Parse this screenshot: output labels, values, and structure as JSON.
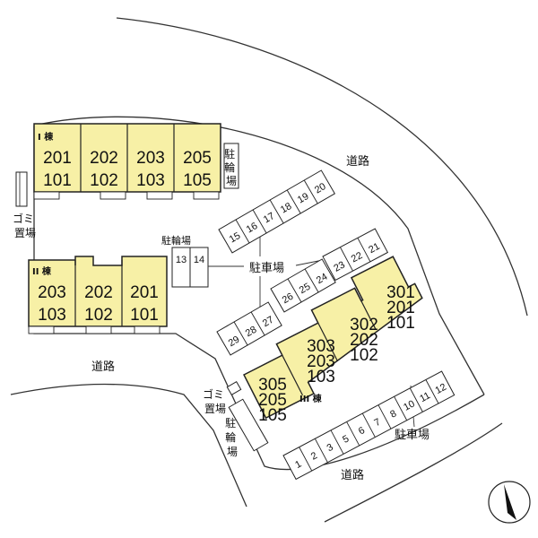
{
  "colors": {
    "building_fill": "#f7f0a6",
    "building_stroke": "#222222",
    "road_line": "#333333",
    "compass_fill": "#111111"
  },
  "icons": [
    "north-arrow-icon"
  ],
  "labels": {
    "road_top_right": "道路",
    "road_left": "道路",
    "road_bottom": "道路",
    "garbage_left": "ゴミ置場",
    "garbage_center": "ゴミ置場",
    "bicycle_top": "駐輪場",
    "bicycle_mid": "駐輪場",
    "bicycle_bottom": "駐輪場",
    "parking_center": "駐車場",
    "parking_bottom": "駐車場"
  },
  "building_I": {
    "name": "I 棟",
    "units": [
      {
        "upper": "201",
        "lower": "101"
      },
      {
        "upper": "202",
        "lower": "102"
      },
      {
        "upper": "203",
        "lower": "103"
      },
      {
        "upper": "205",
        "lower": "105"
      }
    ]
  },
  "building_II": {
    "name": "II 棟",
    "units": [
      {
        "upper": "203",
        "lower": "103"
      },
      {
        "upper": "202",
        "lower": "102"
      },
      {
        "upper": "201",
        "lower": "101"
      }
    ]
  },
  "building_III": {
    "name": "III 棟",
    "units": [
      {
        "u1": "305",
        "u2": "205",
        "u3": "105"
      },
      {
        "u1": "303",
        "u2": "203",
        "u3": "103"
      },
      {
        "u1": "302",
        "u2": "202",
        "u3": "102"
      },
      {
        "u1": "301",
        "u2": "201",
        "u3": "101"
      }
    ]
  },
  "parking": {
    "bottom_row": [
      "1",
      "2",
      "3",
      "5",
      "6",
      "7",
      "8",
      "10",
      "11",
      "12"
    ],
    "bike_slots": [
      "13",
      "14"
    ],
    "upper_row": [
      "15",
      "16",
      "17",
      "18",
      "19",
      "20"
    ],
    "right_row": [
      "23",
      "22",
      "21"
    ],
    "mid_row": [
      "26",
      "25",
      "24"
    ],
    "lower_row": [
      "29",
      "28",
      "27"
    ]
  }
}
